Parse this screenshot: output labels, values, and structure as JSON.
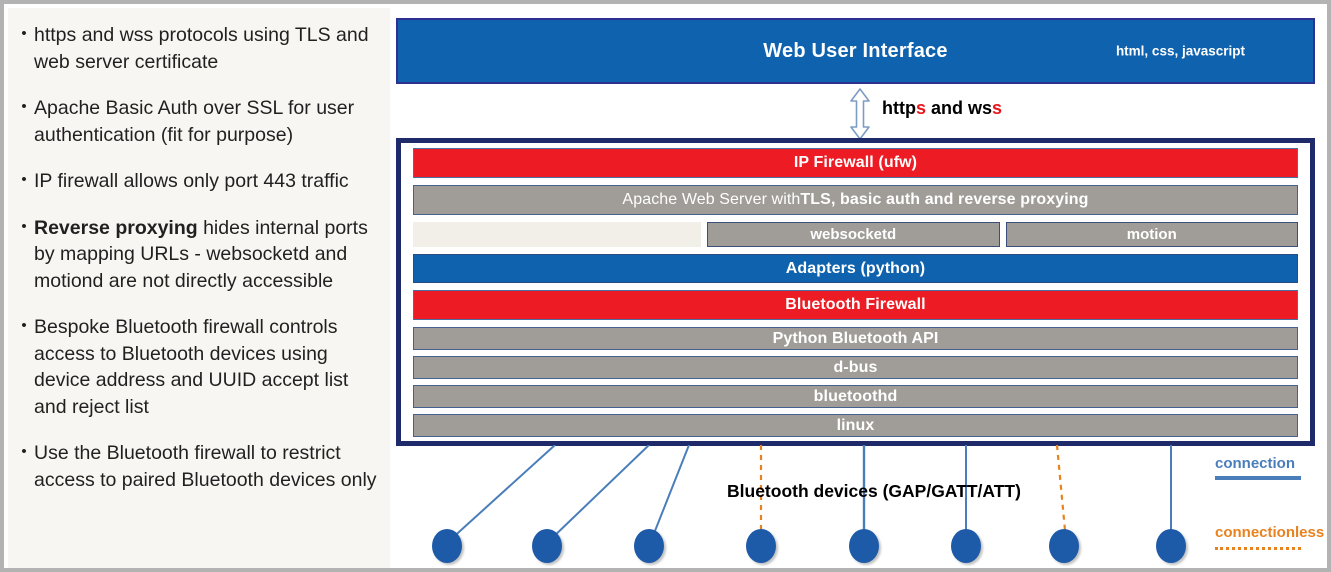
{
  "bullets": [
    {
      "pre": "",
      "bold": "",
      "post": "https and wss protocols using TLS and web server certificate"
    },
    {
      "pre": "",
      "bold": "",
      "post": "Apache Basic Auth over SSL for user authentication (fit for purpose)"
    },
    {
      "pre": "",
      "bold": "",
      "post": "IP firewall allows only port 443 traffic"
    },
    {
      "pre": "",
      "bold": "Reverse proxying",
      "post": " hides internal ports by mapping URLs - websocketd and motiond are not directly accessible"
    },
    {
      "pre": "",
      "bold": "",
      "post": "Bespoke Bluetooth firewall controls access to Bluetooth devices using device address and UUID accept list and reject list"
    },
    {
      "pre": "",
      "bold": "",
      "post": "Use the Bluetooth firewall to restrict access to paired Bluetooth devices only"
    }
  ],
  "bullet_marker": "•",
  "diagram": {
    "web_ui": {
      "title": "Web User Interface",
      "tech": "html, css, javascript"
    },
    "arrow_label": {
      "part1": "http",
      "red1": "s",
      "part2": " and ws",
      "red2": "s"
    },
    "stack": [
      {
        "label": "IP Firewall (ufw)",
        "color": "red"
      },
      {
        "label_plain": "Apache Web Server with ",
        "label_bold": "TLS, basic auth and reverse proxying",
        "color": "gray"
      },
      {
        "sub": true,
        "left_empty": "",
        "items": [
          "websocketd",
          "motion"
        ]
      },
      {
        "label": "Adapters (python)",
        "color": "blue"
      },
      {
        "label": "Bluetooth Firewall",
        "color": "red"
      },
      {
        "label": "Python Bluetooth API",
        "color": "gray"
      },
      {
        "label": "d-bus",
        "color": "gray"
      },
      {
        "label": "bluetoothd",
        "color": "gray"
      },
      {
        "label": "linux",
        "color": "gray"
      }
    ],
    "devices_label": "Bluetooth devices (GAP/GATT/ATT)",
    "device_count": 8,
    "legend": {
      "connection": "connection",
      "connectionless": "connectionless"
    },
    "colors": {
      "red": "#ed1c24",
      "blue": "#0f62ae",
      "gray": "#a09c98",
      "navy": "#1f2a6b",
      "node": "#1d5aa8",
      "connection_line": "#4a7ebb",
      "connectionless_line": "#e8821e",
      "red_accent": "#e8171f"
    }
  }
}
